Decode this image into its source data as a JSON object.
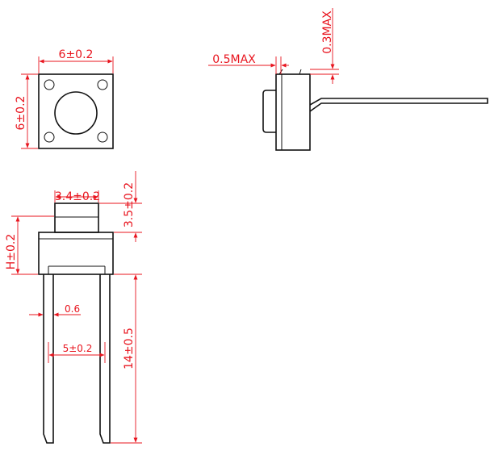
{
  "colors": {
    "outline": "#111111",
    "dimension": "#e8141e",
    "background": "#ffffff"
  },
  "top_view": {
    "width_label": "6±0.2",
    "height_label": "6±0.2"
  },
  "side_view": {
    "gap_label": "0.5MAX",
    "offset_label": "0.3MAX"
  },
  "front_view": {
    "button_width_label": "3.4±0.2",
    "button_height_label": "3.5±0.2",
    "body_height_label": "H±0.2",
    "pin_width_label": "0.6",
    "pin_spacing_label": "5±0.2",
    "pin_length_label": "14±0.5"
  }
}
